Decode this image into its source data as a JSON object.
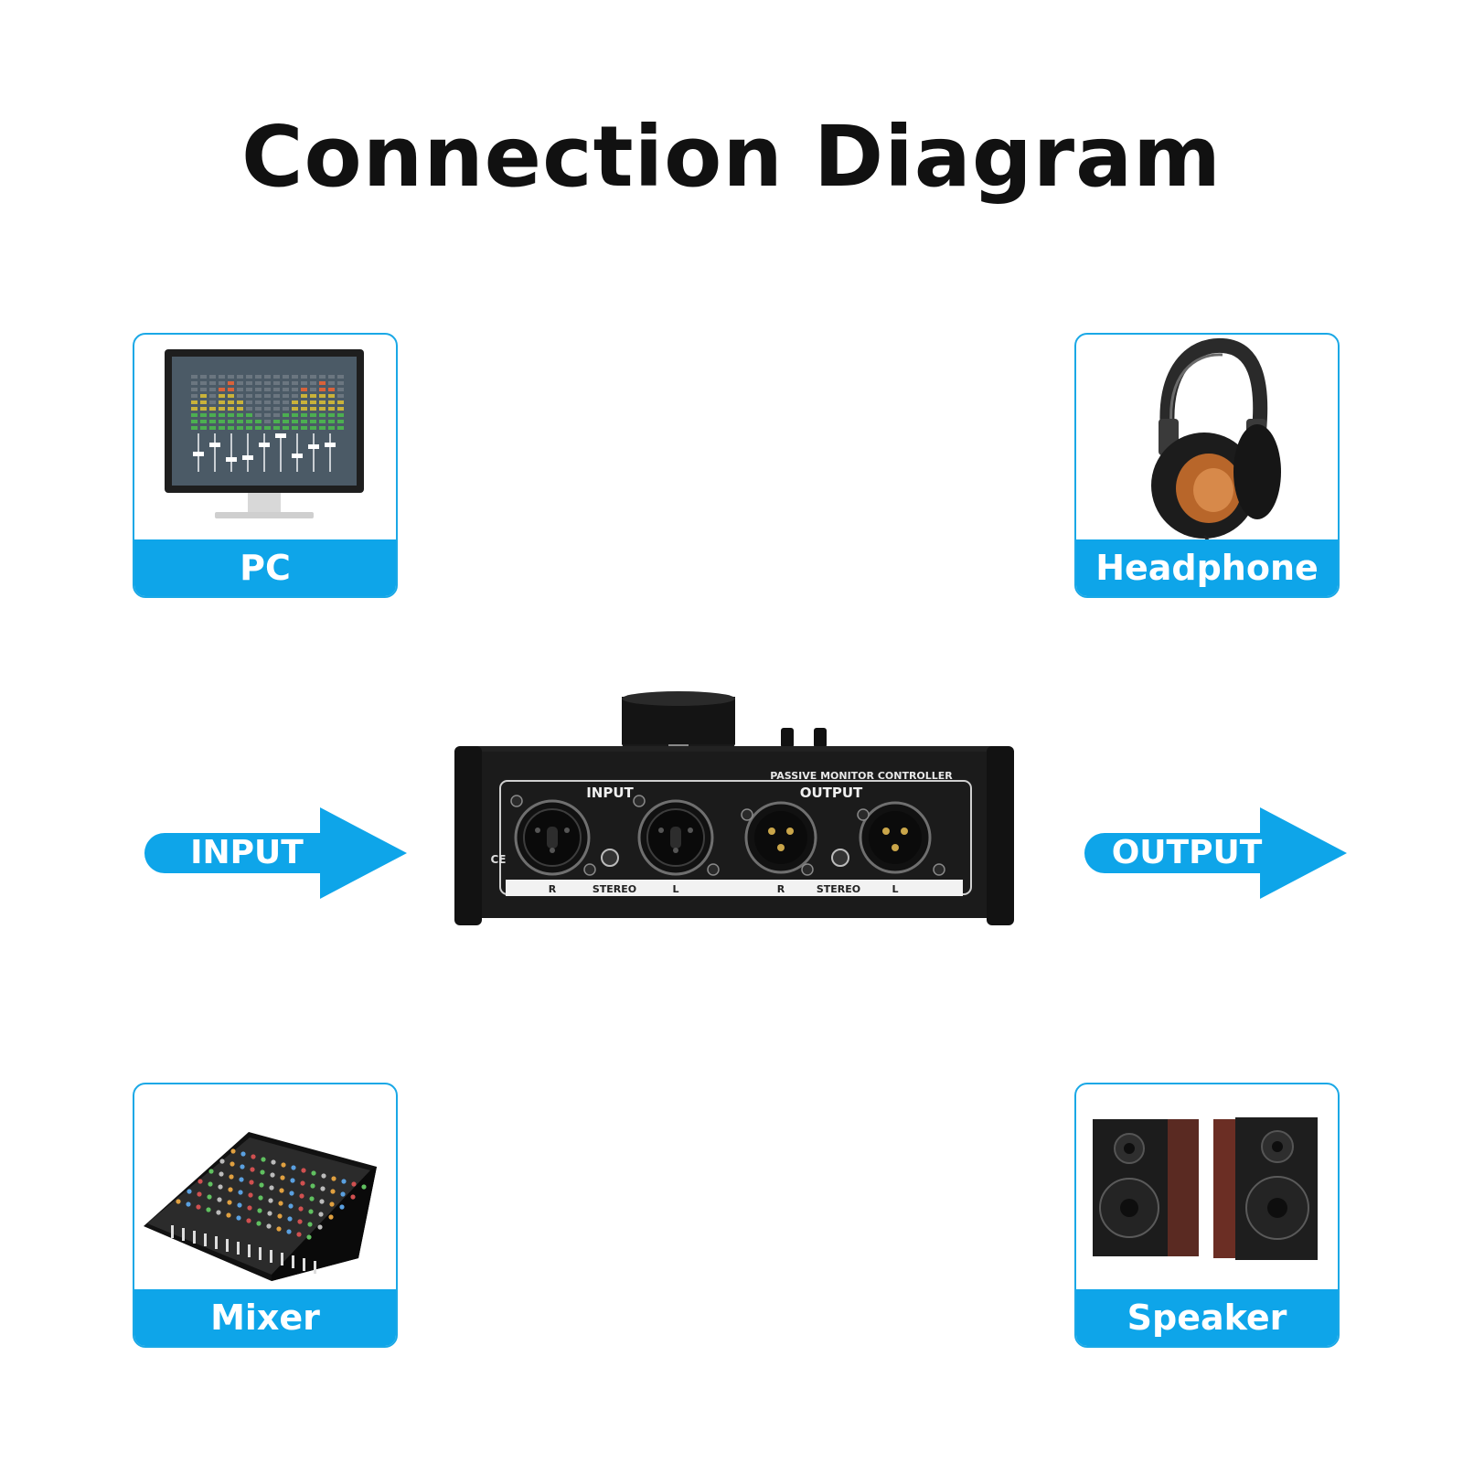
{
  "title": "Connection Diagram",
  "colors": {
    "accent": "#0ea5e9",
    "border": "#1aa8e6",
    "title": "#111111"
  },
  "cards": {
    "pc": {
      "label": "PC",
      "icon": "monitor-icon"
    },
    "headphone": {
      "label": "Headphone",
      "icon": "headphone-icon"
    },
    "mixer": {
      "label": "Mixer",
      "icon": "mixer-icon"
    },
    "speaker": {
      "label": "Speaker",
      "icon": "speaker-icon"
    }
  },
  "arrows": {
    "input": "INPUT",
    "output": "OUTPUT"
  },
  "device": {
    "panel_title": "PASSIVE MONITOR CONTROLLER",
    "input_label": "INPUT",
    "output_label": "OUTPUT",
    "strip": [
      "R",
      "STEREO",
      "L",
      "R",
      "STEREO",
      "L"
    ],
    "marks": {
      "ce": "CE"
    }
  }
}
